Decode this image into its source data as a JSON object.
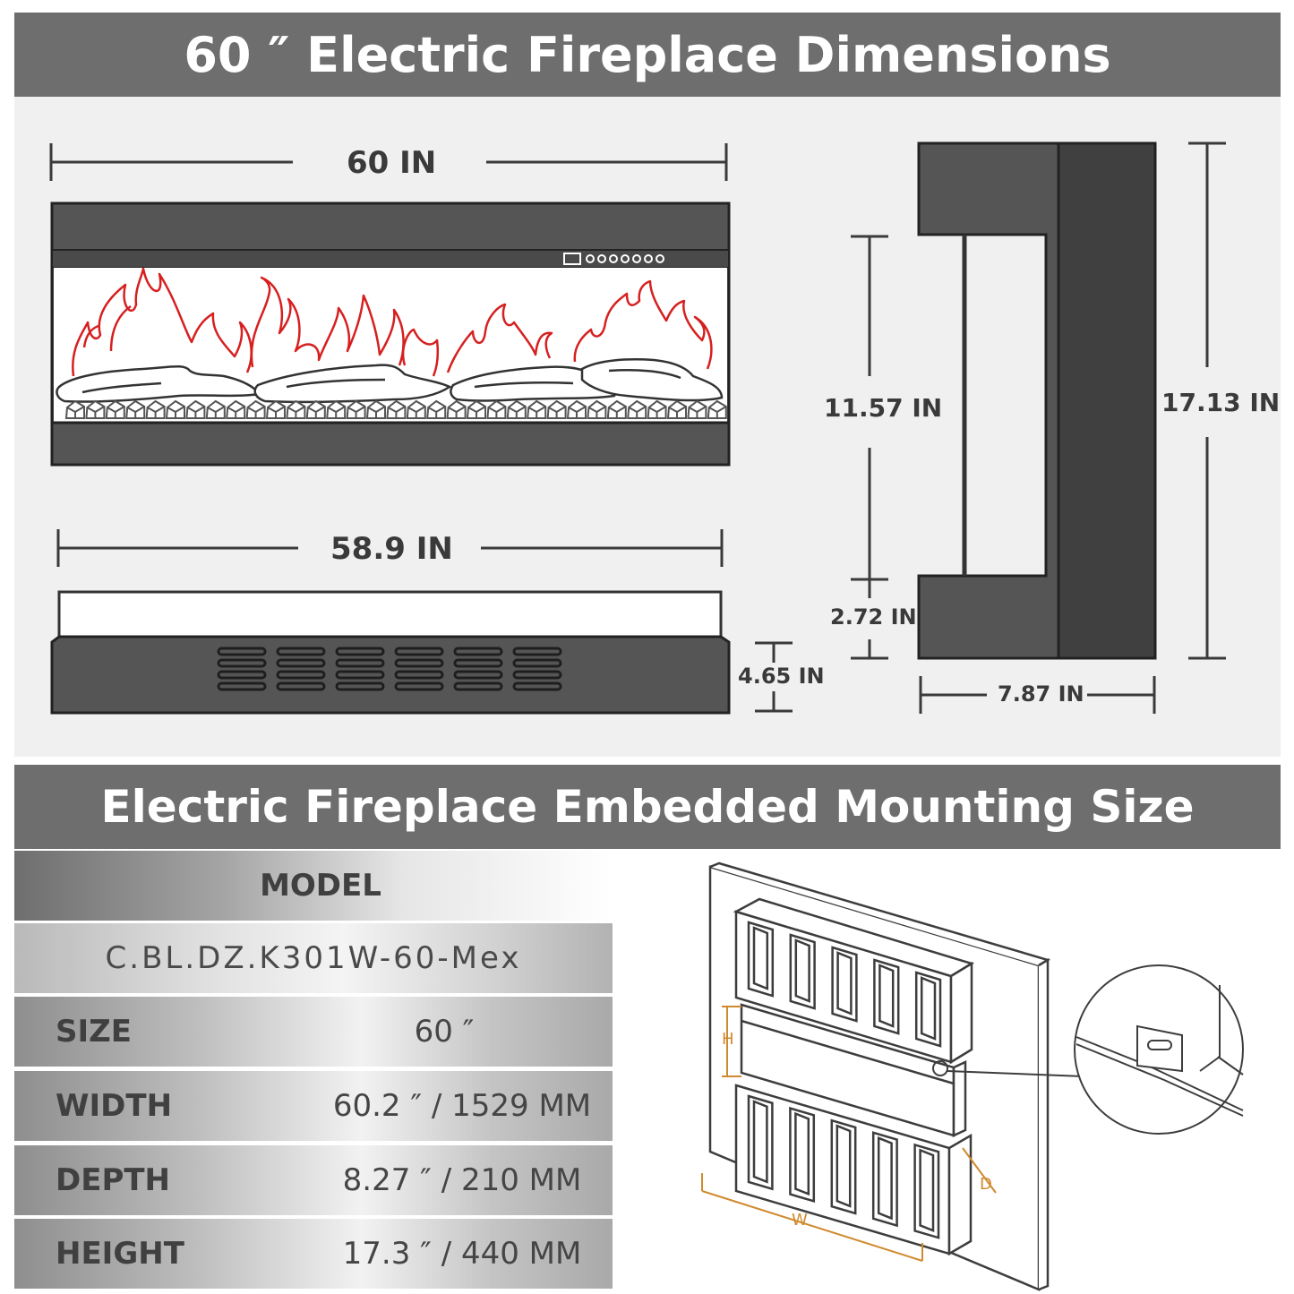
{
  "titles": {
    "dimensions": "60 ″ Electric Fireplace Dimensions",
    "mounting": "Electric Fireplace Embedded Mounting Size"
  },
  "dimensions": {
    "front_width": "60 IN",
    "base_width": "58.9 IN",
    "base_height": "4.65 IN",
    "inner_height": "11.57 IN",
    "total_height": "17.13 IN",
    "bracket_height": "2.72 IN",
    "depth": "7.87 IN"
  },
  "spec_table": {
    "model_header": "MODEL",
    "model_value": "C.BL.DZ.K301W-60-Mex",
    "rows": [
      {
        "label": "SIZE",
        "value": "60 ″"
      },
      {
        "label": "WIDTH",
        "value": "60.2 ″ / 1529 MM"
      },
      {
        "label": "DEPTH",
        "value": "8.27 ″ / 210 MM"
      },
      {
        "label": "HEIGHT",
        "value": "17.3 ″ / 440 MM"
      }
    ]
  },
  "mounting_labels": {
    "height": "H",
    "width": "W",
    "depth": "D"
  },
  "colors": {
    "banner": "#6e6e6e",
    "panel": "#f0f0f0",
    "flame": "#d62020",
    "frame": "#3d3d3d",
    "annotation": "#d08a2e"
  }
}
